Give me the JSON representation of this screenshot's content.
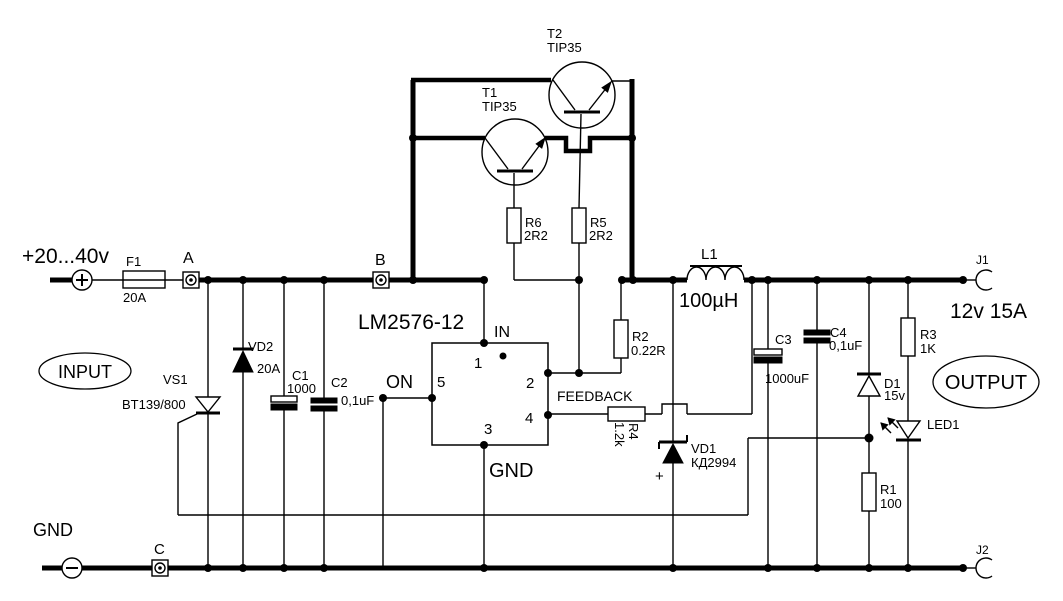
{
  "colors": {
    "ink": "#000000",
    "paper": "#ffffff"
  },
  "labels": {
    "input_voltage": "+20...40v",
    "input_badge": "INPUT",
    "output_badge": "OUTPUT",
    "output_rating": "12v 15A",
    "gnd": "GND",
    "node_a": "A",
    "node_b": "B",
    "node_c": "C",
    "f1_ref": "F1",
    "f1_value": "20A",
    "vs1_ref": "VS1",
    "vs1_value": "BT139/800",
    "vd2_ref": "VD2",
    "vd2_value": "20A",
    "c1_ref": "C1",
    "c1_value": "1000",
    "c2_ref": "C2",
    "c2_value": "0,1uF",
    "on_pin": "ON",
    "ic_name": "LM2576-12",
    "in_pin": "IN",
    "gnd_pin": "GND",
    "feedback_pin": "FEEDBACK",
    "pin1": "1",
    "pin2": "2",
    "pin3": "3",
    "pin4": "4",
    "pin5": "5",
    "t1_ref": "T1",
    "t1_value": "TIP35",
    "t2_ref": "T2",
    "t2_value": "TIP35",
    "r6_ref": "R6",
    "r6_value": "2R2",
    "r5_ref": "R5",
    "r5_value": "2R2",
    "r2_ref": "R2",
    "r2_value": "0.22R",
    "r4_ref": "R4",
    "r4_value": "1.2k",
    "vd1_ref": "VD1",
    "vd1_value": "КД2994",
    "vd1_plus": "+",
    "l1_ref": "L1",
    "l1_value": "100µH",
    "c3_ref": "C3",
    "c3_value": "1000uF",
    "c4_ref": "C4",
    "c4_value": "0,1uF",
    "d1_ref": "D1",
    "d1_value": "15v",
    "r3_ref": "R3",
    "r3_value": "1K",
    "r1_ref": "R1",
    "r1_value": "100",
    "led1_ref": "LED1",
    "j1_ref": "J1",
    "j2_ref": "J2"
  }
}
